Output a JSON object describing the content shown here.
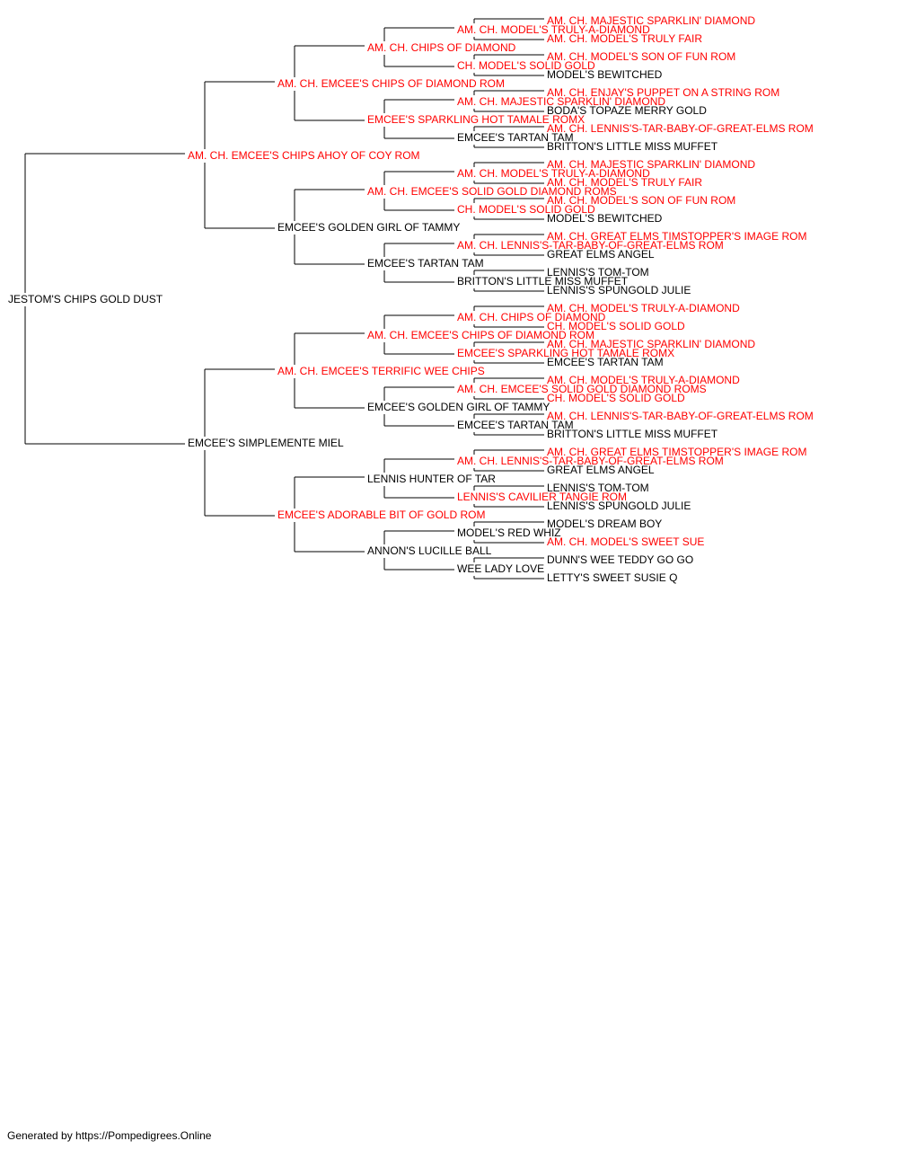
{
  "colors": {
    "champion": "#ff0000",
    "regular": "#000000",
    "lines": "#000000"
  },
  "pedigree": {
    "name": "JESTOM'S CHIPS GOLD DUST",
    "champion": false,
    "sire": {
      "name": "AM. CH. EMCEE'S CHIPS AHOY OF COY ROM",
      "champion": true,
      "sire": {
        "name": "AM. CH. EMCEE'S CHIPS OF DIAMOND ROM",
        "champion": true,
        "sire": {
          "name": "AM. CH. CHIPS OF DIAMOND",
          "champion": true,
          "sire": {
            "name": "AM. CH. MODEL'S TRULY-A-DIAMOND",
            "champion": true,
            "sire": {
              "name": "AM. CH. MAJESTIC SPARKLIN' DIAMOND",
              "champion": true
            },
            "dam": {
              "name": "AM. CH. MODEL'S TRULY FAIR",
              "champion": true
            }
          },
          "dam": {
            "name": "CH. MODEL'S SOLID GOLD",
            "champion": true,
            "sire": {
              "name": "AM. CH. MODEL'S SON OF FUN ROM",
              "champion": true
            },
            "dam": {
              "name": "MODEL'S BEWITCHED",
              "champion": false
            }
          }
        },
        "dam": {
          "name": "EMCEE'S SPARKLING HOT TAMALE ROMX",
          "champion": true,
          "sire": {
            "name": "AM. CH. MAJESTIC SPARKLIN' DIAMOND",
            "champion": true,
            "sire": {
              "name": "AM. CH. ENJAY'S PUPPET ON A STRING ROM",
              "champion": true
            },
            "dam": {
              "name": "BODA'S TOPAZE MERRY GOLD",
              "champion": false
            }
          },
          "dam": {
            "name": "EMCEE'S TARTAN TAM",
            "champion": false,
            "sire": {
              "name": "AM. CH. LENNIS'S-TAR-BABY-OF-GREAT-ELMS ROM",
              "champion": true
            },
            "dam": {
              "name": "BRITTON'S LITTLE MISS MUFFET",
              "champion": false
            }
          }
        }
      },
      "dam": {
        "name": "EMCEE'S GOLDEN GIRL OF TAMMY",
        "champion": false,
        "sire": {
          "name": "AM. CH. EMCEE'S SOLID GOLD DIAMOND ROMS",
          "champion": true,
          "sire": {
            "name": "AM. CH. MODEL'S TRULY-A-DIAMOND",
            "champion": true,
            "sire": {
              "name": "AM. CH. MAJESTIC SPARKLIN' DIAMOND",
              "champion": true
            },
            "dam": {
              "name": "AM. CH. MODEL'S TRULY FAIR",
              "champion": true
            }
          },
          "dam": {
            "name": "CH. MODEL'S SOLID GOLD",
            "champion": true,
            "sire": {
              "name": "AM. CH. MODEL'S SON OF FUN ROM",
              "champion": true
            },
            "dam": {
              "name": "MODEL'S BEWITCHED",
              "champion": false
            }
          }
        },
        "dam": {
          "name": "EMCEE'S TARTAN TAM",
          "champion": false,
          "sire": {
            "name": "AM. CH. LENNIS'S-TAR-BABY-OF-GREAT-ELMS ROM",
            "champion": true,
            "sire": {
              "name": "AM. CH. GREAT ELMS TIMSTOPPER'S IMAGE ROM",
              "champion": true
            },
            "dam": {
              "name": "GREAT ELMS ANGEL",
              "champion": false
            }
          },
          "dam": {
            "name": "BRITTON'S LITTLE MISS MUFFET",
            "champion": false,
            "sire": {
              "name": "LENNIS'S TOM-TOM",
              "champion": false
            },
            "dam": {
              "name": "LENNIS'S SPUNGOLD JULIE",
              "champion": false
            }
          }
        }
      }
    },
    "dam": {
      "name": "EMCEE'S SIMPLEMENTE MIEL",
      "champion": false,
      "sire": {
        "name": "AM. CH. EMCEE'S TERRIFIC WEE CHIPS",
        "champion": true,
        "sire": {
          "name": "AM. CH. EMCEE'S CHIPS OF DIAMOND ROM",
          "champion": true,
          "sire": {
            "name": "AM. CH. CHIPS OF DIAMOND",
            "champion": true,
            "sire": {
              "name": "AM. CH. MODEL'S TRULY-A-DIAMOND",
              "champion": true
            },
            "dam": {
              "name": "CH. MODEL'S SOLID GOLD",
              "champion": true
            }
          },
          "dam": {
            "name": "EMCEE'S SPARKLING HOT TAMALE ROMX",
            "champion": true,
            "sire": {
              "name": "AM. CH. MAJESTIC SPARKLIN' DIAMOND",
              "champion": true
            },
            "dam": {
              "name": "EMCEE'S TARTAN TAM",
              "champion": false
            }
          }
        },
        "dam": {
          "name": "EMCEE'S GOLDEN GIRL OF TAMMY",
          "champion": false,
          "sire": {
            "name": "AM. CH. EMCEE'S SOLID GOLD DIAMOND ROMS",
            "champion": true,
            "sire": {
              "name": "AM. CH. MODEL'S TRULY-A-DIAMOND",
              "champion": true
            },
            "dam": {
              "name": "CH. MODEL'S SOLID GOLD",
              "champion": true
            }
          },
          "dam": {
            "name": "EMCEE'S TARTAN TAM",
            "champion": false,
            "sire": {
              "name": "AM. CH. LENNIS'S-TAR-BABY-OF-GREAT-ELMS ROM",
              "champion": true
            },
            "dam": {
              "name": "BRITTON'S LITTLE MISS MUFFET",
              "champion": false
            }
          }
        }
      },
      "dam": {
        "name": "EMCEE'S ADORABLE BIT OF GOLD ROM",
        "champion": true,
        "sire": {
          "name": "LENNIS HUNTER OF TAR",
          "champion": false,
          "sire": {
            "name": "AM. CH. LENNIS'S-TAR-BABY-OF-GREAT-ELMS ROM",
            "champion": true,
            "sire": {
              "name": "AM. CH. GREAT ELMS TIMSTOPPER'S IMAGE ROM",
              "champion": true
            },
            "dam": {
              "name": "GREAT ELMS ANGEL",
              "champion": false
            }
          },
          "dam": {
            "name": "LENNIS'S CAVILIER TANGIE ROM",
            "champion": true,
            "sire": {
              "name": "LENNIS'S TOM-TOM",
              "champion": false
            },
            "dam": {
              "name": "LENNIS'S SPUNGOLD JULIE",
              "champion": false
            }
          }
        },
        "dam": {
          "name": "ANNON'S LUCILLE BALL",
          "champion": false,
          "sire": {
            "name": "MODEL'S RED WHIZ",
            "champion": false,
            "sire": {
              "name": "MODEL'S DREAM BOY",
              "champion": false
            },
            "dam": {
              "name": "AM. CH. MODEL'S SWEET SUE",
              "champion": true
            }
          },
          "dam": {
            "name": "WEE LADY LOVE",
            "champion": false,
            "sire": {
              "name": "DUNN'S WEE TEDDY GO GO",
              "champion": false
            },
            "dam": {
              "name": "LETTY'S SWEET SUSIE Q",
              "champion": false
            }
          }
        }
      }
    }
  },
  "footer": {
    "text": "Generated by https://Pompedigrees.Online"
  }
}
